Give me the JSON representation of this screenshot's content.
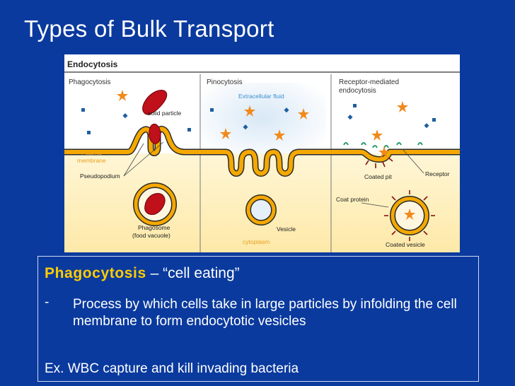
{
  "slide": {
    "title": "Types of Bulk Transport"
  },
  "figure": {
    "header": "Endocytosis",
    "columns": {
      "phagocytosis": "Phagocytosis",
      "pinocytosis": "Pinocytosis",
      "receptor_line1": "Receptor-mediated",
      "receptor_line2": "endocytosis"
    },
    "labels": {
      "solid_particle": "solid particle",
      "plasma_membrane_line1": "Plasma",
      "plasma_membrane_line2": "membrane",
      "pseudopodium": "Pseudopodium",
      "phagosome_line1": "Phagosome",
      "phagosome_line2": "(food vacuole)",
      "extracellular_fluid": "Extracellular fluid",
      "vesicle": "Vesicle",
      "cytoplasm": "cytoplasm",
      "coated_pit": "Coated pit",
      "receptor": "Receptor",
      "coat_protein": "Coat protein",
      "coated_vesicle": "Coated vesicle"
    },
    "colors": {
      "membrane": "#f5a800",
      "membrane_outline": "#2a2a2a",
      "particle": "#c0101a",
      "star": "#f08a1c",
      "dot": "#1f5fa0",
      "cytoplasm_label": "#e8a020",
      "extracellular_label": "#3a8fd0",
      "plasma_label": "#e8a020",
      "receptor": "#2a9a6a"
    }
  },
  "caption": {
    "term": "Phagocytosis",
    "definition": " – “cell eating”",
    "bullet": "-",
    "description": "Process by which cells take in large particles by infolding the cell membrane to form endocytotic vesicles",
    "example": "Ex. WBC capture and kill invading bacteria"
  }
}
